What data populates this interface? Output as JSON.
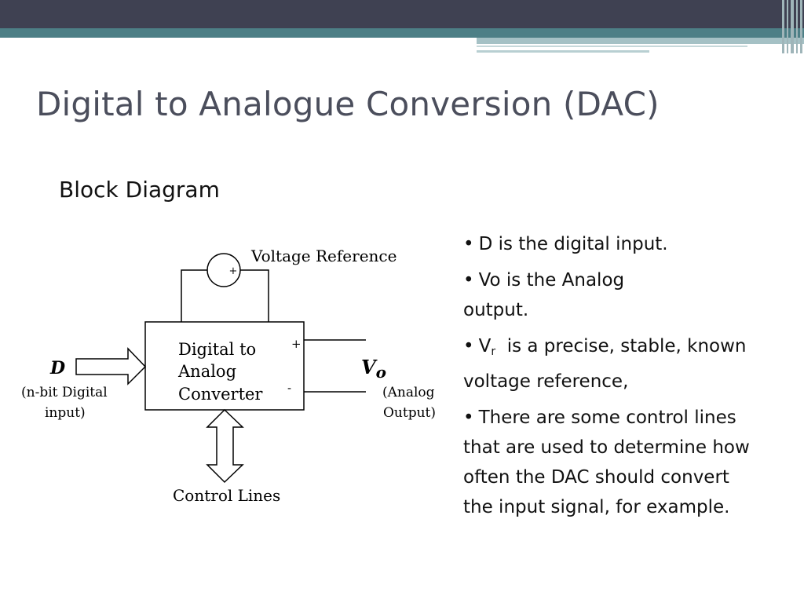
{
  "slide": {
    "title": "Digital to Analogue Conversion (DAC)",
    "subtitle": "Block Diagram"
  },
  "diagram": {
    "voltage_reference_label": "Voltage Reference",
    "source_plus": "+",
    "block_line1": "Digital to",
    "block_line2": "Analog",
    "block_line3": "Converter",
    "plus_terminal": "+",
    "minus_terminal": "-",
    "input_symbol": "D",
    "input_desc_line1": "(n-bit Digital",
    "input_desc_line2": "input)",
    "output_symbol_main": "V",
    "output_symbol_sub": "o",
    "output_desc_line1": "(Analog",
    "output_desc_line2": "Output)",
    "control_label": "Control Lines"
  },
  "bullets": {
    "b1": "D is the digital input.",
    "b2_line1": "Vo is the Analog",
    "b2_line2": "output.",
    "b3_main": "V",
    "b3_sub": "r",
    "b3_line1_rest": "is a precise, stable, known",
    "b3_line2": "voltage reference,",
    "b4_line1": "There are some control lines",
    "b4_line2": "that are used to determine how",
    "b4_line3": "often the DAC should convert",
    "b4_line4": "the input signal, for example.",
    "dot": "•"
  },
  "colors": {
    "header_dark": "#3f4152",
    "header_teal": "#4d7f86",
    "title_text": "#4b4e5c"
  }
}
